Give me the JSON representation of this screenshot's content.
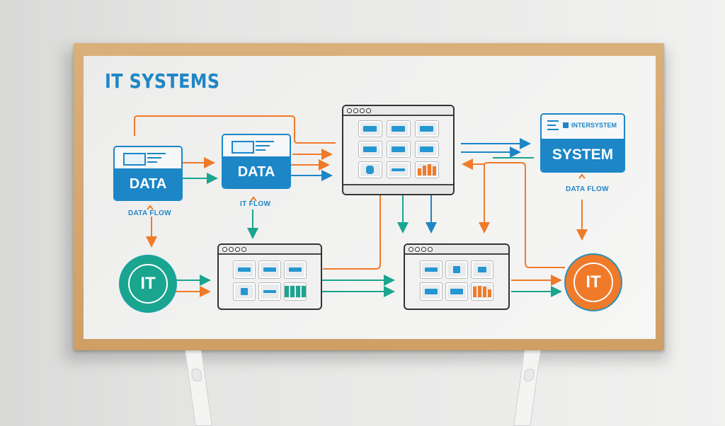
{
  "title": "IT SYSTEMS",
  "colors": {
    "blue": "#1c86c7",
    "orange": "#ef7a2a",
    "teal": "#1aa58f",
    "frame": "#d4a56c",
    "board": "#f1f1f0"
  },
  "nodes": {
    "data_card_1": {
      "label": "DATA",
      "caption": "DATA FLOW"
    },
    "data_card_2": {
      "label": "DATA",
      "caption": "IT FLOW"
    },
    "system_card": {
      "header": "INTERSYSTEM",
      "label": "SYSTEM",
      "caption": "DATA FLOW"
    },
    "it_circle_left": {
      "label": "IT",
      "color": "#1aa58f"
    },
    "it_circle_right": {
      "label": "IT",
      "color": "#ef7a2a"
    }
  },
  "windows": [
    {
      "id": "dashboard-top",
      "tiles": 9,
      "chart_color": "#ef7a2a"
    },
    {
      "id": "dashboard-bottom-left",
      "tiles": 6,
      "chart_color": "#1aa58f"
    },
    {
      "id": "dashboard-bottom-right",
      "tiles": 6,
      "chart_color": "#ef7a2a"
    }
  ]
}
